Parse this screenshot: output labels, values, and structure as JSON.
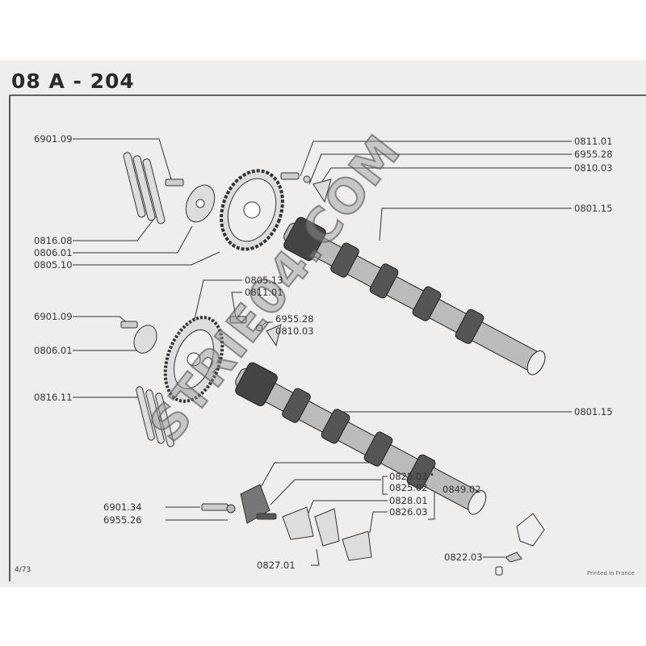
{
  "header": {
    "title": "08 A - 204"
  },
  "labels": {
    "upper": {
      "bolt": "6901.09",
      "chain": "0816.08",
      "plate": "0806.01",
      "sprocket": "0805.10",
      "bolt_right": "0811.01",
      "washer": "6955.28",
      "lock": "0810.03",
      "camshaft": "0801.15"
    },
    "lower": {
      "sprocket": "0805.13",
      "bolt_right": "0811.01",
      "washer": "6955.28",
      "lock": "0810.03",
      "bolt": "6901.09",
      "plate": "0806.01",
      "chain": "0816.11",
      "camshaft": "0801.15"
    },
    "tensioner": {
      "p1": "0825.03",
      "p1_marker": "•",
      "p2": "0825.02",
      "assembly": "0849.02",
      "p3": "0828.01",
      "p4": "0826.03",
      "bolt": "6901.34",
      "washer": "6955.26",
      "plate": "0827.01",
      "lock": "0822.03"
    }
  },
  "footer": {
    "date": "4/73",
    "printed": "Printed in France"
  },
  "watermark": "STRIE04.COM"
}
